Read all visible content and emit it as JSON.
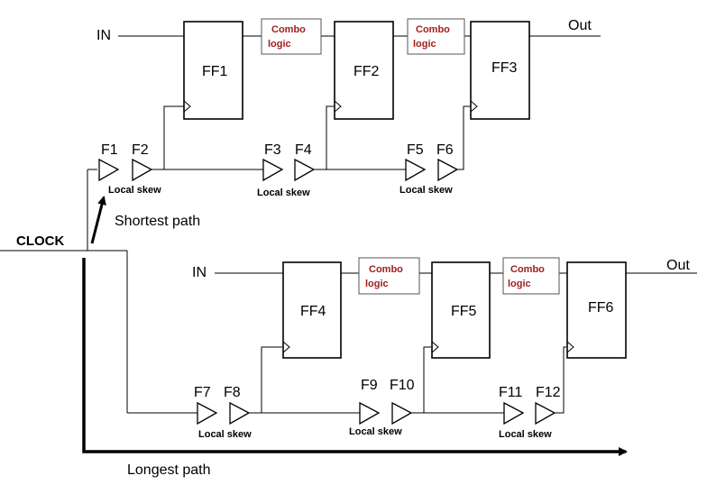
{
  "clock_label": "CLOCK",
  "top": {
    "in_label": "IN",
    "out_label": "Out",
    "ffs": [
      "FF1",
      "FF2",
      "FF3"
    ],
    "combo": [
      [
        "Combo",
        "logic"
      ],
      [
        "Combo",
        "logic"
      ]
    ],
    "buffers": [
      "F1",
      "F2",
      "F3",
      "F4",
      "F5",
      "F6"
    ],
    "skew": [
      "Local skew",
      "Local skew",
      "Local skew"
    ]
  },
  "bottom": {
    "in_label": "IN",
    "out_label": "Out",
    "ffs": [
      "FF4",
      "FF5",
      "FF6"
    ],
    "combo": [
      [
        "Combo",
        "logic"
      ],
      [
        "Combo",
        "logic"
      ]
    ],
    "buffers": [
      "F7",
      "F8",
      "F9",
      "F10",
      "F11",
      "F12"
    ],
    "skew": [
      "Local skew",
      "Local skew",
      "Local skew"
    ]
  },
  "shortest_path_label": "Shortest path",
  "longest_path_label": "Longest path"
}
